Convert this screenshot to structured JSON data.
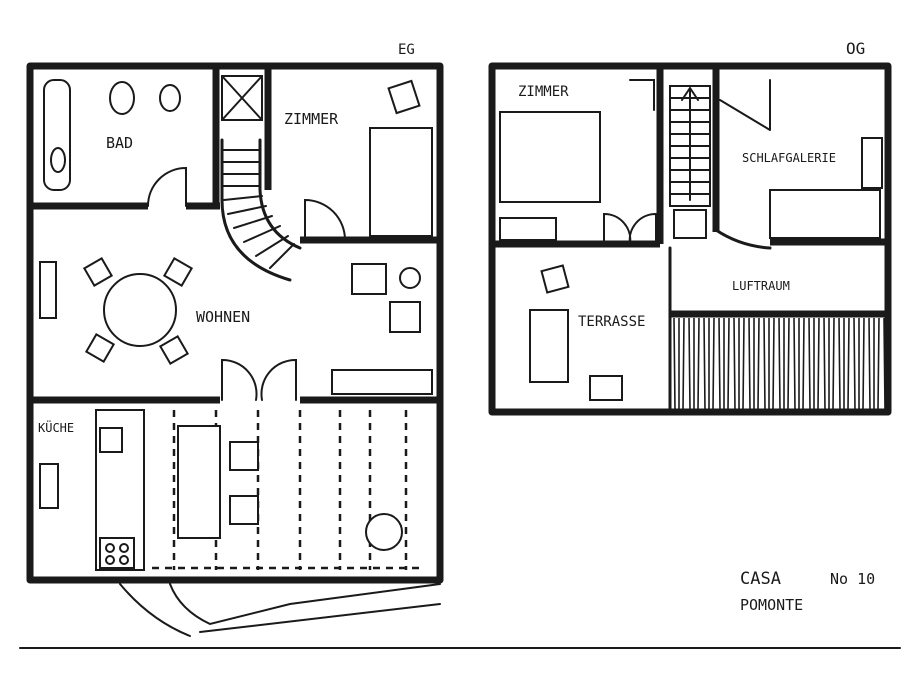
{
  "floors": [
    {
      "label": "EG",
      "rooms": [
        "BAD",
        "ZIMMER",
        "WOHNEN",
        "KÜCHE"
      ]
    },
    {
      "label": "OG",
      "rooms": [
        "ZIMMER",
        "SCHLAFGALERIE",
        "LUFTRAUM",
        "TERRASSE"
      ]
    }
  ],
  "caption": {
    "line1_name": "CASA",
    "line1_number": "No 10",
    "line2": "POMONTE"
  },
  "colors": {
    "ink": "#1a1a1a",
    "paper": "#ffffff"
  }
}
